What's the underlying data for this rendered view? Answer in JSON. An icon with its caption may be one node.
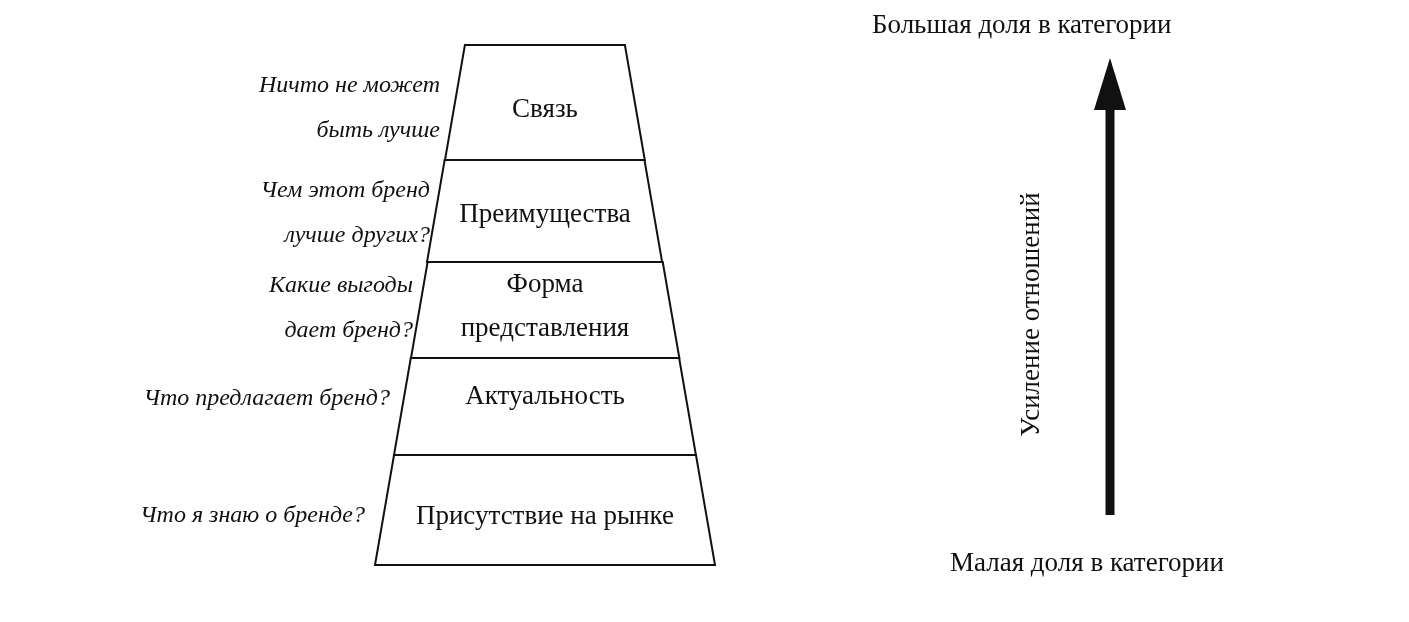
{
  "diagram": {
    "nodes": [
      {
        "text": [
          "Связь"
        ]
      },
      {
        "text": [
          "Преимущества"
        ]
      },
      {
        "text": [
          "Форма представления"
        ]
      },
      {
        "text": [
          "Актуальность"
        ]
      },
      {
        "text": [
          "Присутствие на рынке"
        ]
      }
    ],
    "labels": [
      "Ничто не может быть лучше",
      "Чем этот бренд лучше других?",
      "Какие выгоды дает бренд?",
      "Что предлагает бренд?",
      "Что я знаю о бренде?",
      "Большая доля в категории",
      "Усиление отношений",
      "Малая доля в категории"
    ]
  }
}
